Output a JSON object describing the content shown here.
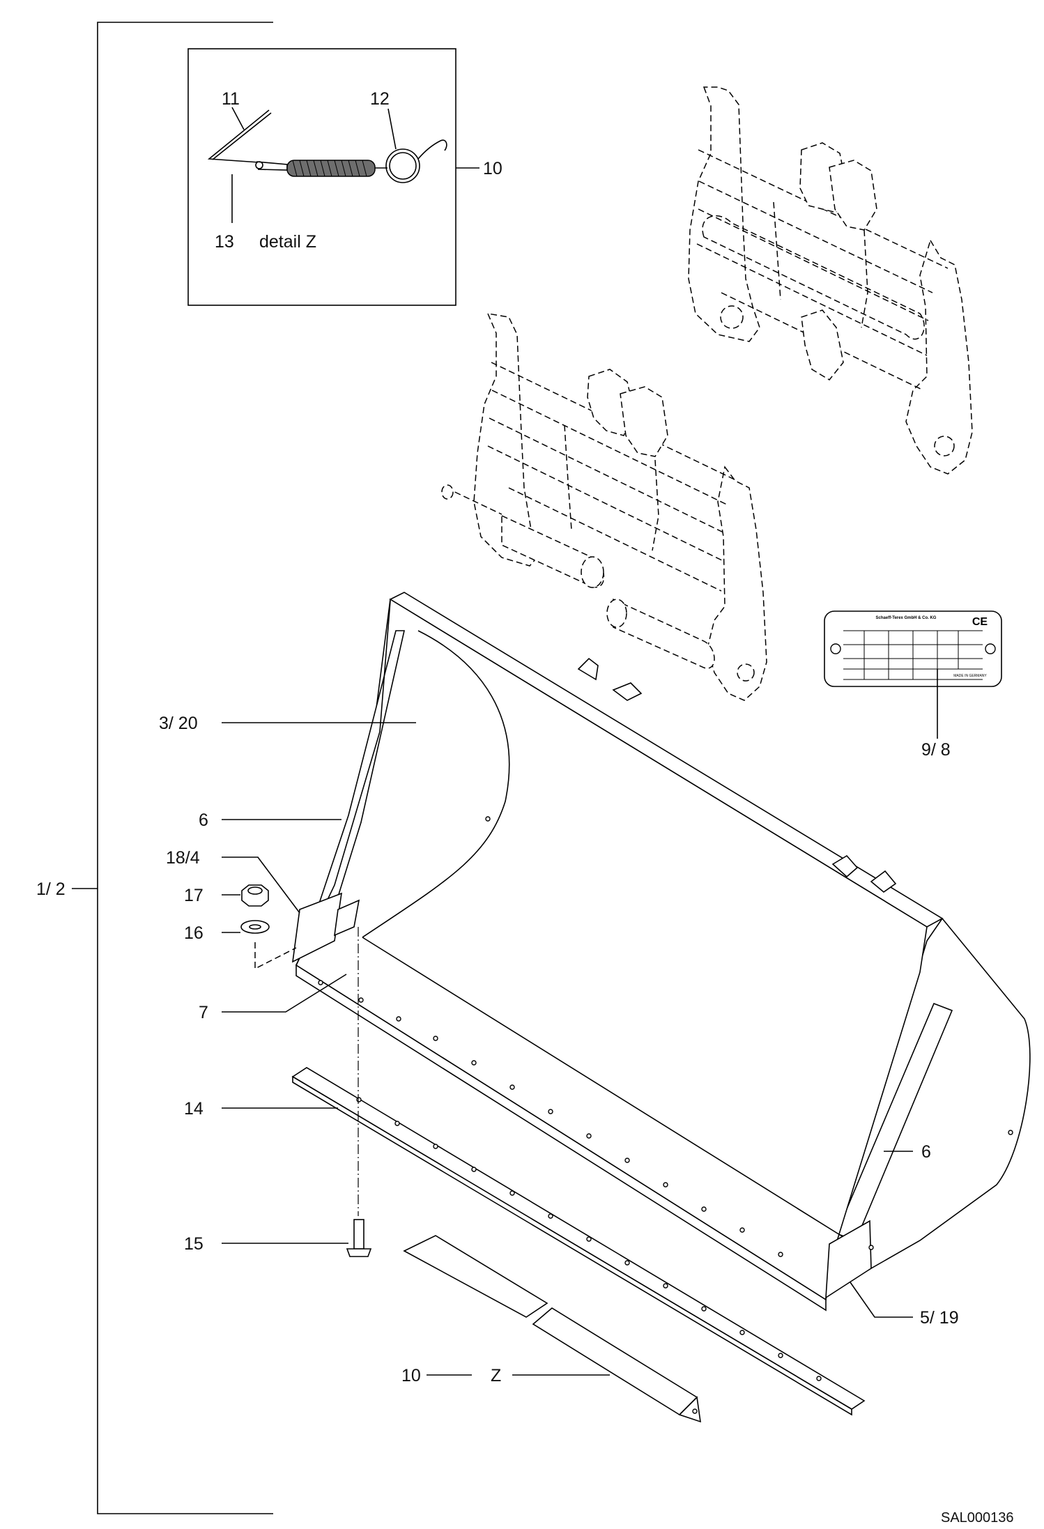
{
  "labels": {
    "assembly": "1/ 2",
    "detail_spring_wire": "11",
    "detail_hook": "12",
    "detail_clip": "13",
    "detail_caption": "detail Z",
    "detail_ref": "10",
    "bucket_body": "3/ 20",
    "side_wear_left": "6",
    "side_wear_right": "6",
    "edge_plate": "18/4",
    "nut": "17",
    "washer": "16",
    "front_edge": "7",
    "cutting_edge": "14",
    "bolt": "15",
    "corner_piece": "5/ 19",
    "type_plate": "9/ 8",
    "edge_protector": "10",
    "edge_protector_detail": "Z"
  },
  "type_plate": {
    "maker": "Schaeff-Terex GmbH & Co. KG",
    "mark": "CE",
    "made_in": "MADE IN GERMANY"
  },
  "drawing_code": "SAL000136"
}
